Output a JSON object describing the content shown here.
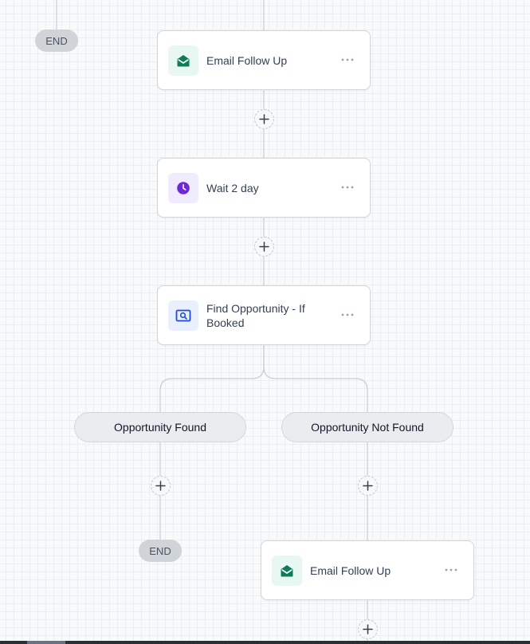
{
  "workflow": {
    "top_end_label": "END",
    "nodes": [
      {
        "label": "Email Follow Up",
        "icon": "envelope-open-icon",
        "icon_color": "#0e7c5a",
        "icon_bg": "#e8f7f1"
      },
      {
        "label": "Wait 2 day",
        "icon": "clock-icon",
        "icon_color": "#6d28d9",
        "icon_bg": "#f1ecfd"
      },
      {
        "label": "Find Opportunity - If Booked",
        "icon": "search-opportunity-icon",
        "icon_color": "#1d4ed8",
        "icon_bg": "#e9effc"
      },
      {
        "label": "Email Follow Up",
        "icon": "envelope-open-icon",
        "icon_color": "#0e7c5a",
        "icon_bg": "#e8f7f1"
      }
    ],
    "branches": [
      {
        "label": "Opportunity Found",
        "end_label": "END"
      },
      {
        "label": "Opportunity Not Found"
      }
    ],
    "menu_icon": "more-horizontal-icon",
    "add_icon": "plus-icon",
    "connector_color": "#c8ccd2"
  }
}
